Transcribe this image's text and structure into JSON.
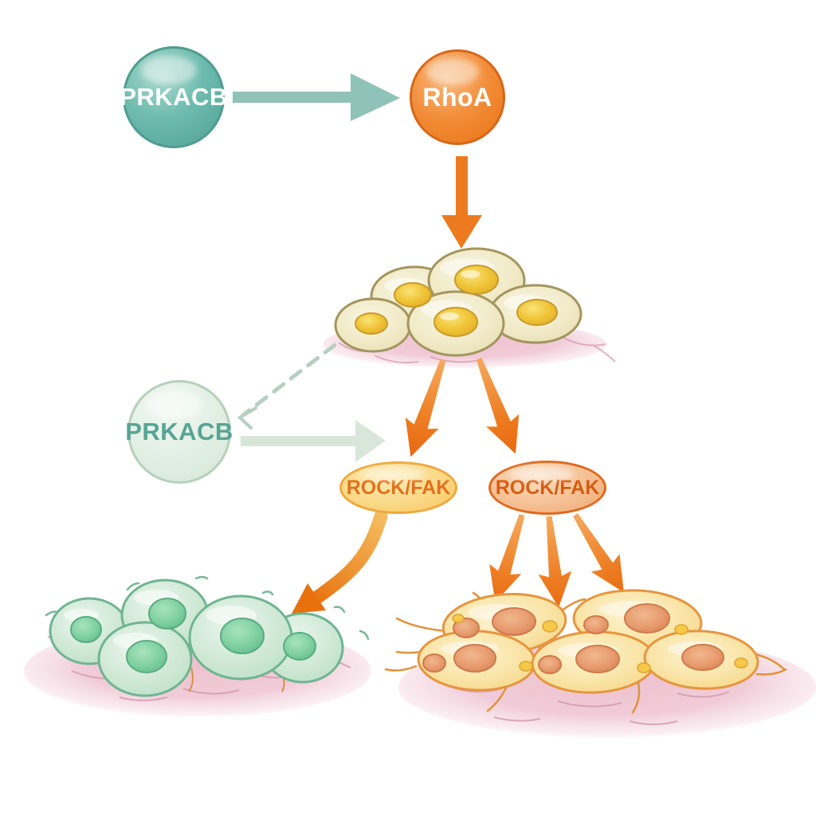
{
  "title": "PRKACB / RhoA / ROCK-FAK signaling pathway illustration",
  "nodes": {
    "prkacb_active": {
      "label": "PRKACB",
      "state": "active",
      "shape": "circle",
      "color": "#5FB3A5"
    },
    "rhoa": {
      "label": "RhoA",
      "state": "active",
      "shape": "circle",
      "color": "#F0822A"
    },
    "prkacb_inactive": {
      "label": "PRKACB",
      "state": "faded",
      "shape": "circle",
      "color": "#DFEEE1"
    },
    "rock_fak_left": {
      "label": "ROCK/FAK",
      "state": "yellow",
      "shape": "ellipse",
      "color": "#FAD987"
    },
    "rock_fak_right": {
      "label": "ROCK/FAK",
      "state": "orange",
      "shape": "ellipse",
      "color": "#F5C094"
    }
  },
  "edges": [
    {
      "from": "prkacb_active",
      "to": "rhoa",
      "style": "solid thick",
      "color": "teal"
    },
    {
      "from": "rhoa",
      "to": "cell_cluster_mid",
      "style": "solid thick",
      "color": "orange"
    },
    {
      "from": "cell_cluster_mid",
      "to": "prkacb_inactive",
      "style": "dashed",
      "color": "faded teal"
    },
    {
      "from": "prkacb_inactive",
      "to": "rock_fak_left",
      "style": "solid faded",
      "color": "pale green"
    },
    {
      "from": "cell_cluster_mid",
      "to": "rock_fak_left",
      "style": "tapered",
      "color": "orange"
    },
    {
      "from": "cell_cluster_mid",
      "to": "rock_fak_right",
      "style": "tapered",
      "color": "orange"
    },
    {
      "from": "rock_fak_left",
      "to": "cell_cluster_green",
      "style": "curved",
      "color": "orange gradient"
    },
    {
      "from": "rock_fak_right",
      "to": "cell_cluster_spread",
      "style": "three-arrow fan",
      "color": "orange"
    }
  ],
  "clusters": {
    "mid": {
      "name": "epithelial-like cell cluster",
      "cell_count": 5,
      "cell_color": "cream",
      "nucleus_color": "yellow",
      "substrate": "pink"
    },
    "green": {
      "name": "rounded cell cluster",
      "cell_count": 5,
      "cell_color": "pale green",
      "nucleus_color": "green",
      "substrate": "pink"
    },
    "spread": {
      "name": "spread mesenchymal-like cells",
      "cell_count": 5,
      "cell_color": "pale yellow-orange",
      "nucleus_color": "salmon",
      "substrate": "pink"
    }
  },
  "colors": {
    "background": "#FFFFFF",
    "teal_node": "#5FB3A5",
    "orange_node": "#F0822A",
    "teal_arrow": "#8FC2B8",
    "faded_arrow": "#D9E6DA",
    "dashed_arrow": "#B7CFC3",
    "orange_arrow": "#EC7418",
    "rock_left_text": "#E2701C",
    "rock_right_text": "#D55C14",
    "cream_cell": "#F1EBC9",
    "cream_cell_border": "#A3955E",
    "cream_nucleus": "#F2C93F",
    "green_cell": "#CDE8D2",
    "green_cell_border": "#6FB591",
    "green_nucleus": "#7ECFA0",
    "spread_cell": "#FAE4A4",
    "spread_cell_border": "#E6953F",
    "spread_nucleus": "#E79B70",
    "substrate_pink": "#F0C9D4"
  }
}
